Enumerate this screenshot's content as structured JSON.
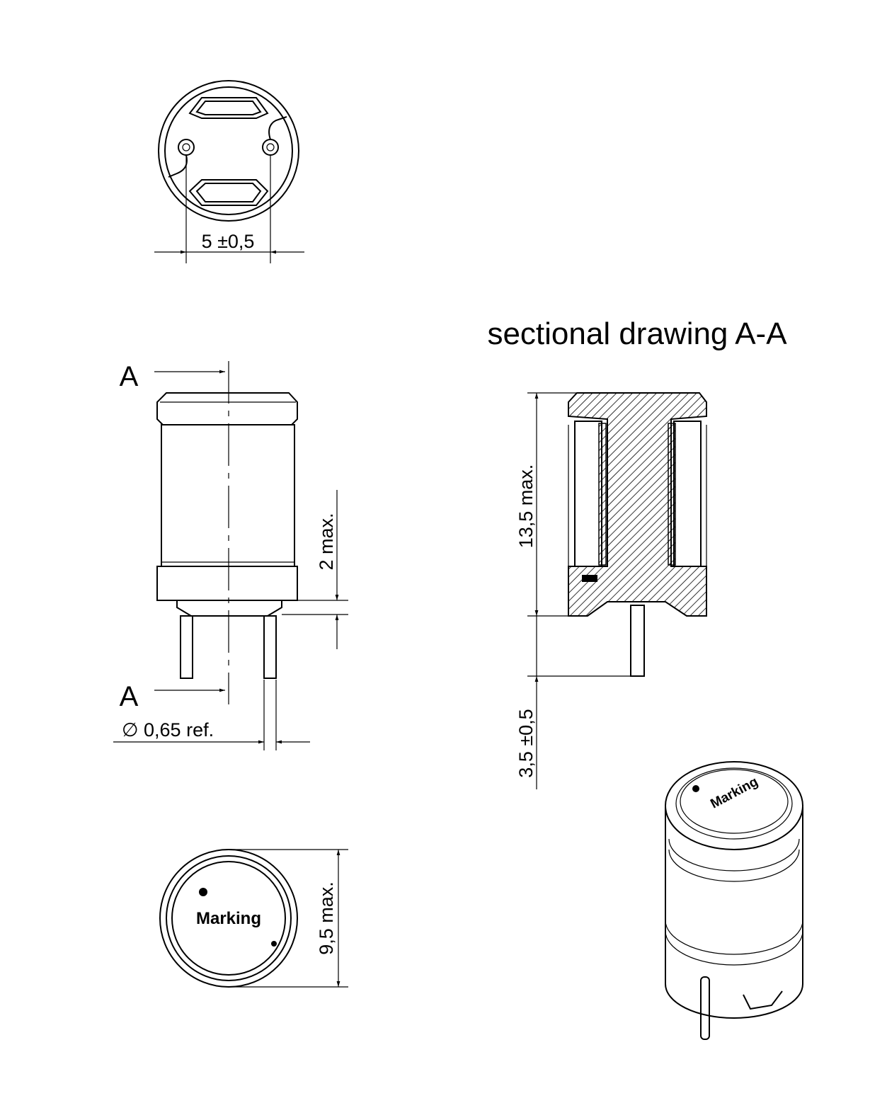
{
  "title": "sectional drawing A-A",
  "section_marks": {
    "top": "A",
    "bottom": "A"
  },
  "dimensions": {
    "pin_spacing": "5  ±0,5",
    "standoff": "2 max.",
    "height": "13,5  max.",
    "pin_length": "3,5  ±0,5",
    "pin_diameter": "∅  0,65  ref.",
    "diameter": "9,5 max."
  },
  "marking": {
    "bottom_view": "Marking",
    "iso_view": "Marking"
  }
}
